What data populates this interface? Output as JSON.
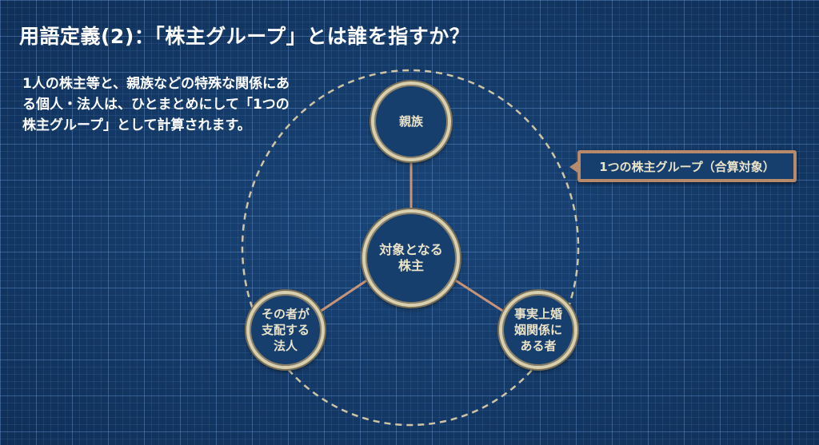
{
  "title": "用語定義(2)：「株主グループ」とは誰を指すか？",
  "description": "1人の株主等と、親族などの特殊な関係にある個人・法人は、ひとまとめにして「1つの株主グループ」として計算されます。",
  "nodes": {
    "center": "対象となる株主",
    "top": "親族",
    "left": "その者が支配する法人",
    "right": "事実上婚姻関係にある者"
  },
  "group_label": "1つの株主グループ（合算対象）"
}
